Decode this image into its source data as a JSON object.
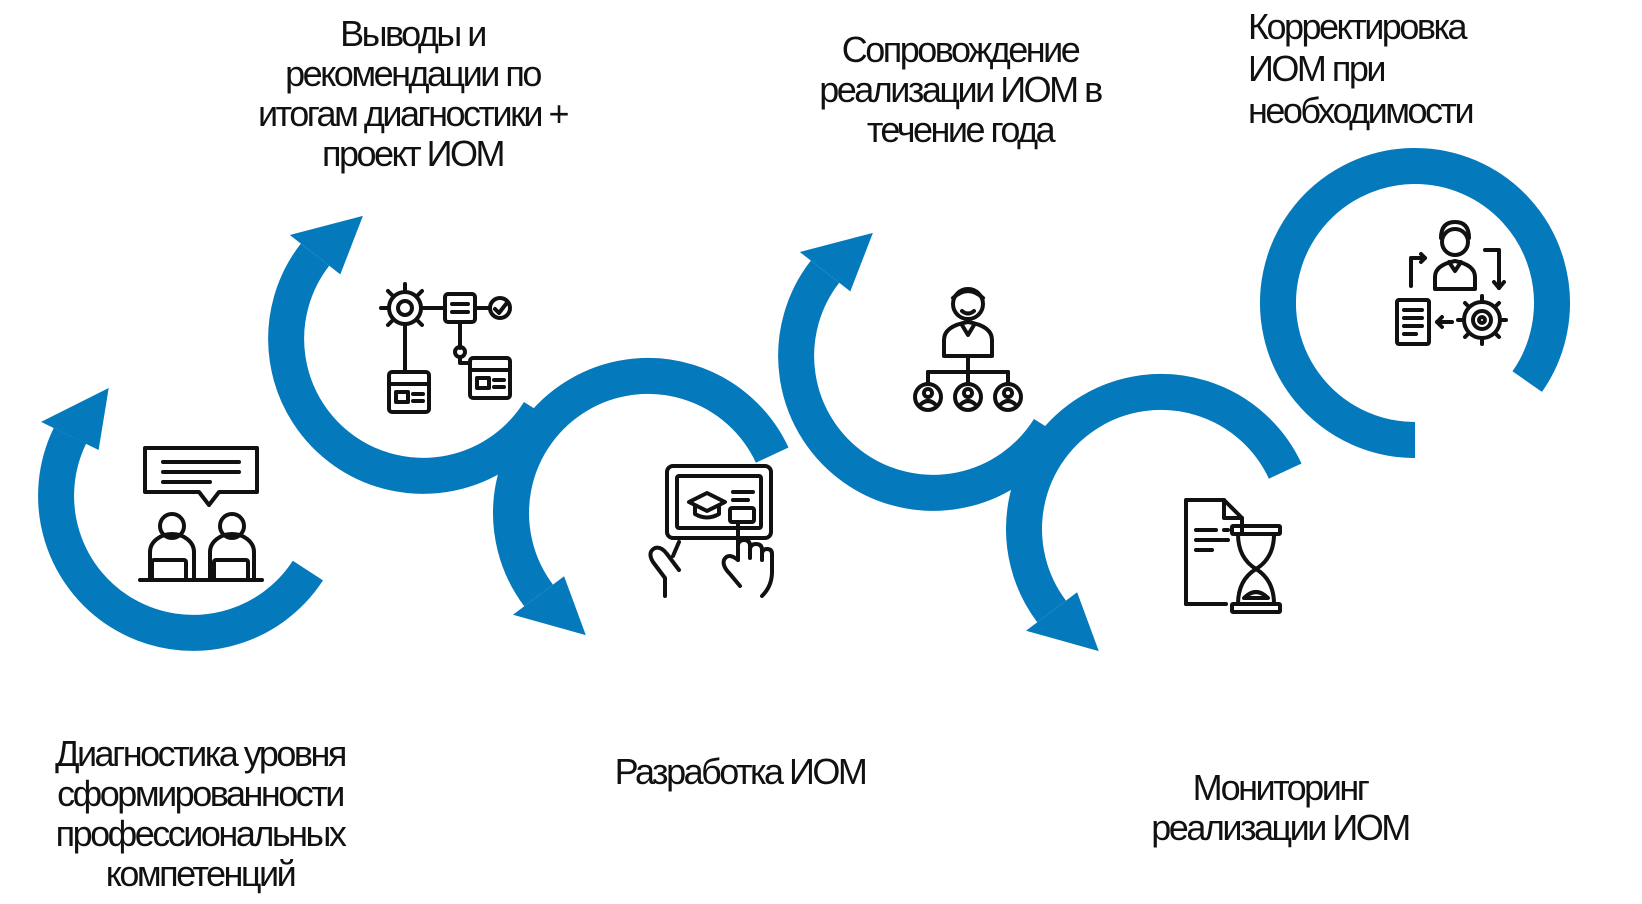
{
  "diagram": {
    "accent_color": "#0479BB",
    "icon_color": "#111111",
    "steps": [
      {
        "label": "Диагностика уровня\nсформированности\nпрофессиональных\nкомпетенций",
        "icon": "two-people-laptop-speech-icon"
      },
      {
        "label": "Выводы и\nрекомендации по\nитогам диагностики +\nпроект ИОМ",
        "icon": "gear-flowchart-icon"
      },
      {
        "label": "Разработка ИОМ",
        "icon": "tablet-graduation-icon"
      },
      {
        "label": "Сопровождение\nреализации ИОМ в\nтечение года",
        "icon": "person-hierarchy-icon"
      },
      {
        "label": "Мониторинг\nреализации ИОМ",
        "icon": "document-hourglass-icon"
      },
      {
        "label": "Корректировка\nИОМ при\nнеобходимости",
        "icon": "person-gear-document-cycle-icon"
      }
    ]
  }
}
